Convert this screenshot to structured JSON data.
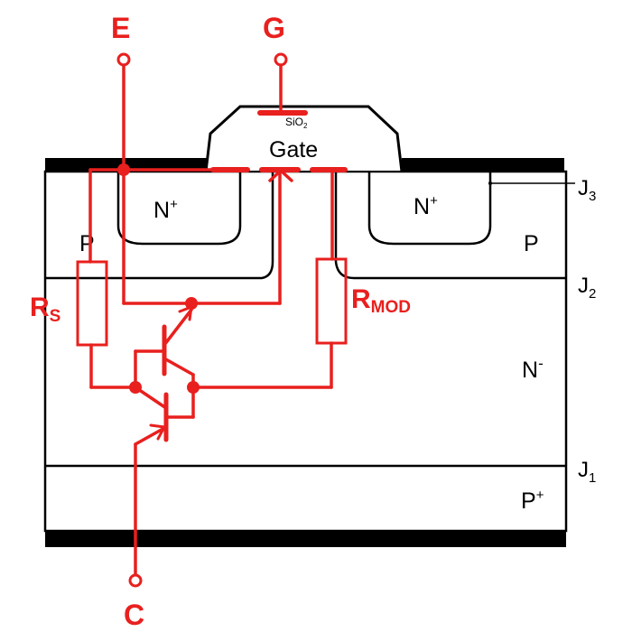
{
  "terminals": {
    "emitter": "E",
    "gate": "G",
    "collector": "C"
  },
  "regions": {
    "gate": "Gate",
    "oxide": "SiO",
    "oxide_sub": "2",
    "n_plus": "N",
    "n_plus_sup": "+",
    "p": "P",
    "n_minus": "N",
    "n_minus_sup": "-",
    "p_plus": "P",
    "p_plus_sup": "+"
  },
  "junctions": {
    "j1": "J",
    "j1_sub": "1",
    "j2": "J",
    "j2_sub": "2",
    "j3": "J",
    "j3_sub": "3"
  },
  "resistors": {
    "rs": "R",
    "rs_sub": "S",
    "rmod": "R",
    "rmod_sub": "MOD"
  },
  "colors": {
    "circuit": "#e8201e",
    "structure": "#000000",
    "background": "#ffffff"
  }
}
